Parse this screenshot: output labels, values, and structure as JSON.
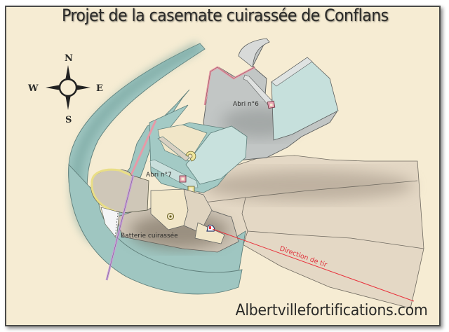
{
  "map": {
    "title": "Projet de la casemate cuirassée de Conflans",
    "compass": {
      "north": "N",
      "south": "S",
      "east": "E",
      "west": "W"
    },
    "labels": {
      "abri_6": "Abri n°6",
      "abri_7": "Abri n°7",
      "batterie": "Batterie cuirassée",
      "direction": "Direction de tir"
    },
    "footer": "Albertvillefortifications.com",
    "colors": {
      "background": "#f6ecd3",
      "ditch": "#9dc5c0",
      "casemate_grey": "#c4c7c5",
      "glacis": "#e3d6c3",
      "shadow": "#8a8070",
      "fire_line": "#e8323c",
      "wall_pink": "#e79aa7",
      "wall_purple": "#c7a0d8",
      "yellow_outline": "#e9de86"
    }
  }
}
